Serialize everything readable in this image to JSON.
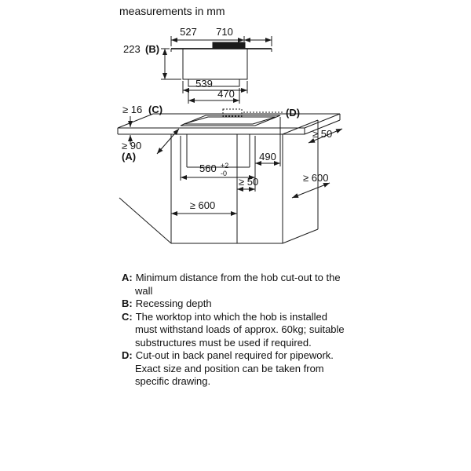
{
  "title": "measurements in mm",
  "diagram": {
    "top": {
      "w_inner": "527",
      "w_outer": "710",
      "depth": "223",
      "ref_b": "(B)",
      "w_box": "539",
      "w_duct": "470"
    },
    "mid": {
      "thickness": "≥ 16",
      "ref_c": "(C)",
      "ref_d": "(D)",
      "clearance_right": "≥ 50",
      "wall_dist": "≥ 90",
      "ref_a": "(A)",
      "cut_depth": "490",
      "cut_width": "560",
      "tol_plus": "+2",
      "tol_minus": "-0",
      "clearance_mid": "≥ 50",
      "depth_right": "≥ 600",
      "width_inner": "≥ 600"
    }
  },
  "legend": {
    "items": [
      {
        "key": "A:",
        "text": "Minimum distance from the hob cut-out to the wall"
      },
      {
        "key": "B:",
        "text": "Recessing depth"
      },
      {
        "key": "C:",
        "text": "The worktop into which the hob is installed must withstand loads of approx. 60kg; suitable substructures must be used if required."
      },
      {
        "key": "D:",
        "text": "Cut-out in back panel required for pipework. Exact size and position can be taken from specific drawing."
      }
    ]
  }
}
